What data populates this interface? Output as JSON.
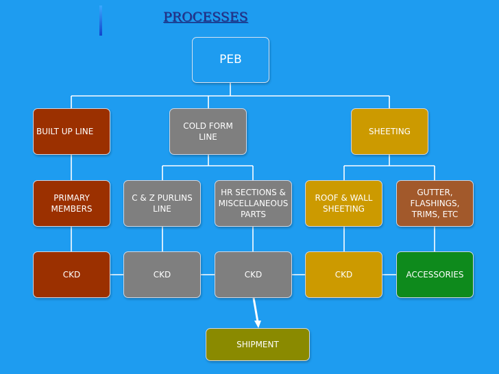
{
  "title": "PROCESSES",
  "colors": {
    "background": "#1e9cf0",
    "built_up": "#9b3000",
    "cold_form": "#7f7f7f",
    "sheeting": "#cc9a00",
    "gutter": "#a2592b",
    "accessories": "#0e8a1c",
    "shipment": "#8a8a00",
    "connector": "#ffffff"
  },
  "nodes": {
    "root": "PEB",
    "built_up_line": "BUILT UP LINE",
    "cold_form_line": "COLD FORM LINE",
    "sheeting": "SHEETING",
    "primary_members": "PRIMARY MEMBERS",
    "cz_purlins_line": "C & Z PURLINS LINE",
    "hr_sections": "HR SECTIONS & MISCELLANEOUS PARTS",
    "roof_wall_sheeting": "ROOF & WALL SHEETING",
    "gutter_flashings": "GUTTER, FLASHINGS, TRIMS, ETC",
    "ckd_1": "CKD",
    "ckd_2": "CKD",
    "ckd_3": "CKD",
    "ckd_4": "CKD",
    "accessories": "ACCESSORIES",
    "shipment": "SHIPMENT"
  }
}
